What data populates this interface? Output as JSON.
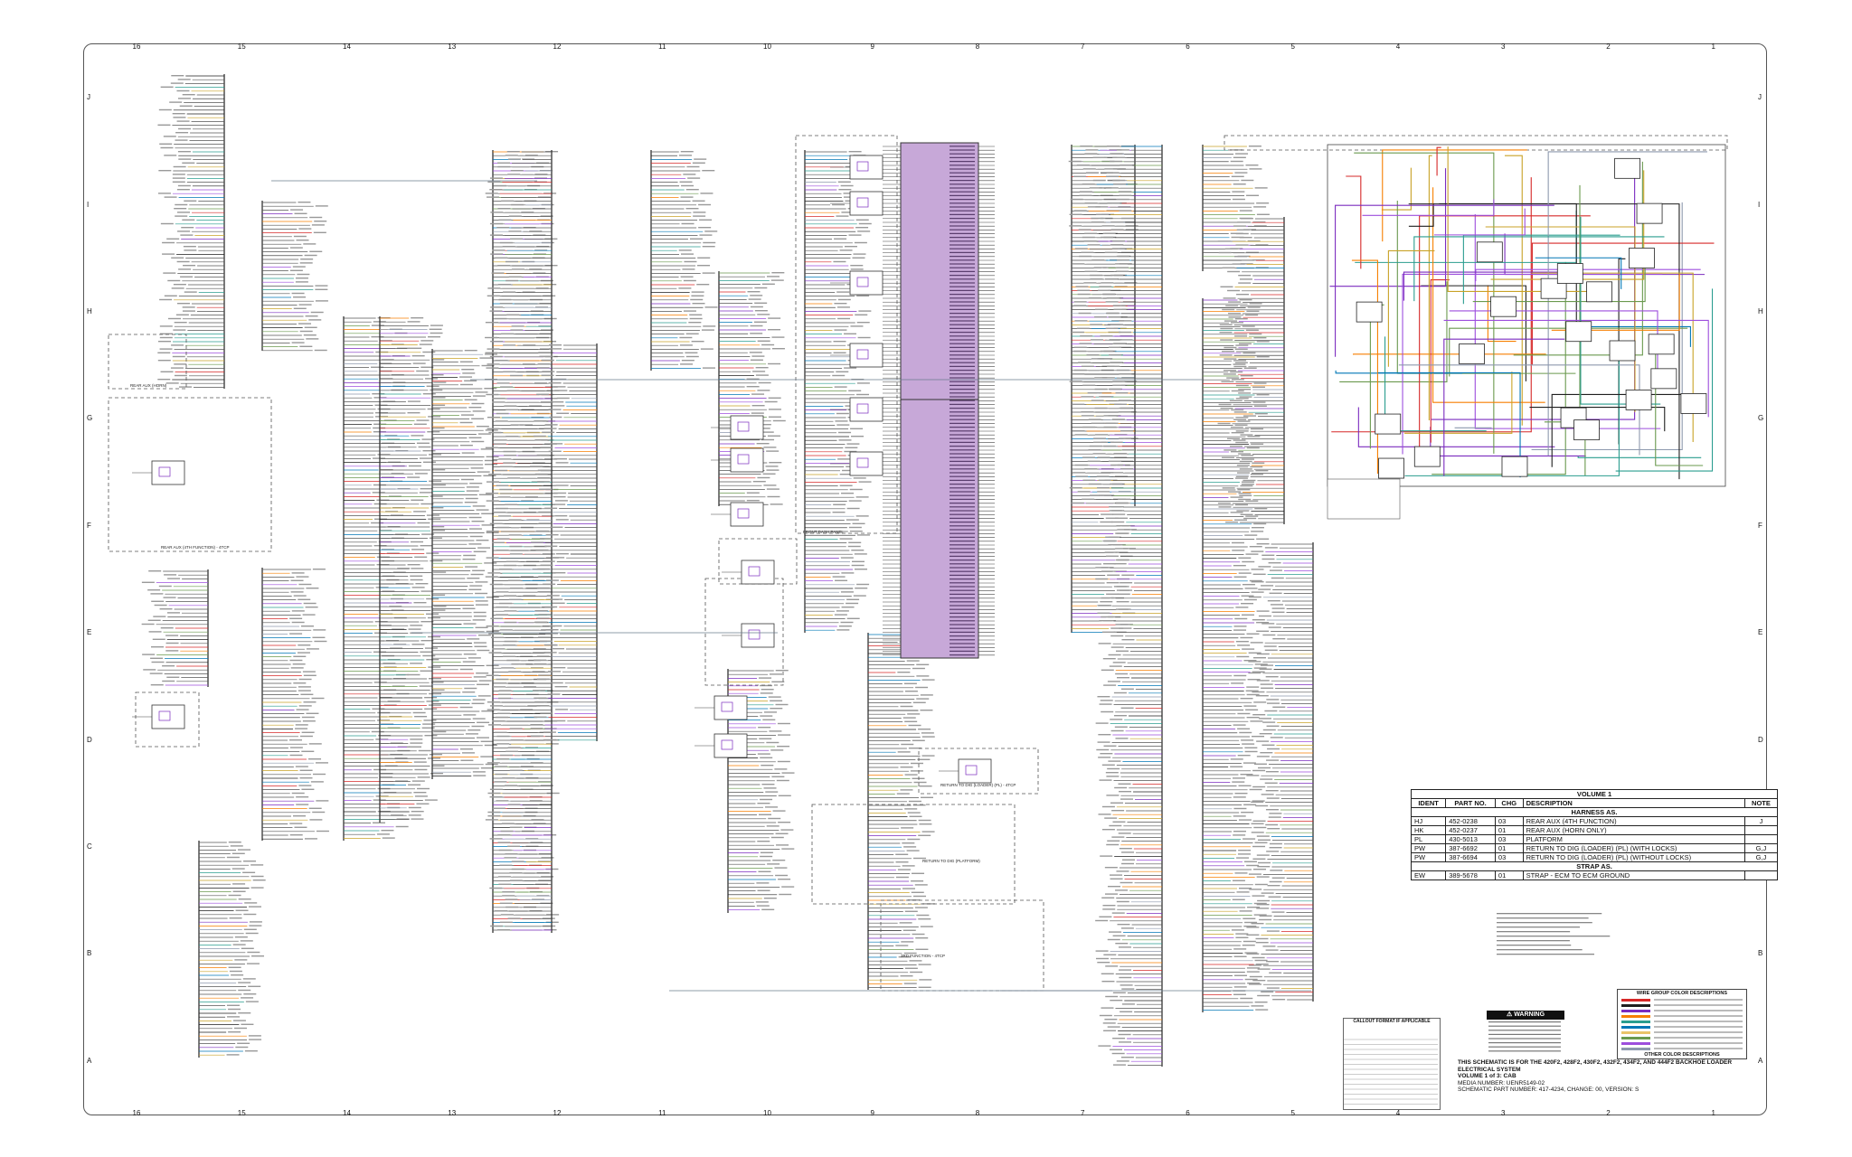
{
  "sheet": {
    "zone_columns": [
      "16",
      "15",
      "14",
      "13",
      "12",
      "11",
      "10",
      "9",
      "8",
      "7",
      "6",
      "5",
      "4",
      "3",
      "2",
      "1"
    ],
    "zone_rows": [
      "J",
      "I",
      "H",
      "G",
      "F",
      "E",
      "D",
      "C",
      "B",
      "A"
    ]
  },
  "volume_table": {
    "title": "VOLUME 1",
    "headers": [
      "IDENT",
      "PART NO.",
      "CHG",
      "DESCRIPTION",
      "NOTE"
    ],
    "harness_heading": "HARNESS AS.",
    "harness_rows": [
      {
        "ident": "HJ",
        "part": "452-0238",
        "chg": "03",
        "desc": "REAR AUX (4TH FUNCTION)",
        "note": "J"
      },
      {
        "ident": "HK",
        "part": "452-0237",
        "chg": "01",
        "desc": "REAR AUX (HORN ONLY)",
        "note": ""
      },
      {
        "ident": "PL",
        "part": "430-5013",
        "chg": "03",
        "desc": "PLATFORM",
        "note": ""
      },
      {
        "ident": "PW",
        "part": "387-6692",
        "chg": "01",
        "desc": "RETURN TO DIG (LOADER) (PL) (WITH LOCKS)",
        "note": "G,J"
      },
      {
        "ident": "PW",
        "part": "387-6694",
        "chg": "03",
        "desc": "RETURN TO DIG (LOADER) (PL) (WITHOUT LOCKS)",
        "note": "G,J"
      }
    ],
    "strap_heading": "STRAP AS.",
    "strap_rows": [
      {
        "ident": "EW",
        "part": "389-5678",
        "chg": "01",
        "desc": "STRAP - ECM TO ECM GROUND",
        "note": ""
      }
    ]
  },
  "title_block": {
    "line1": "THIS SCHEMATIC IS FOR THE 420F2, 428F2, 430F2, 432F2, 434F2, AND 444F2 BACKHOE LOADER ELECTRICAL SYSTEM",
    "line2": "VOLUME 1 of 3: CAB",
    "line3": "MEDIA NUMBER: UENR5149-02",
    "line4": "SCHEMATIC PART NUMBER: 417-4234, CHANGE: 00, VERSION: S"
  },
  "warning": {
    "heading": "WARNING"
  },
  "wire_legend": {
    "heading": "WIRE GROUP COLOR DESCRIPTIONS",
    "footer": "OTHER COLOR DESCRIPTIONS",
    "colors": [
      "#d62828",
      "#1f1f1f",
      "#7b2cbf",
      "#f77f00",
      "#2a9d8f",
      "#0077b6",
      "#e9c46a",
      "#6a994e",
      "#9d4edd",
      "#8d99ae"
    ]
  },
  "callout": {
    "heading": "CALLOUT FORMAT IF APPLICABLE"
  },
  "captions": {
    "front_dash": "FRONT DASH PANEL",
    "rear_aux": "REAR AUX (HORN)",
    "rear_aux_4th": "REAR AUX (4TH FUNCTION) - 4TCP",
    "return_dig": "RETURN TO DIG (LOADER) (PL) - 4TCP",
    "return_platform": "RETURN TO DIG (PLATFORM)",
    "third_function": "3RD FUNCTION - 4TCP"
  }
}
